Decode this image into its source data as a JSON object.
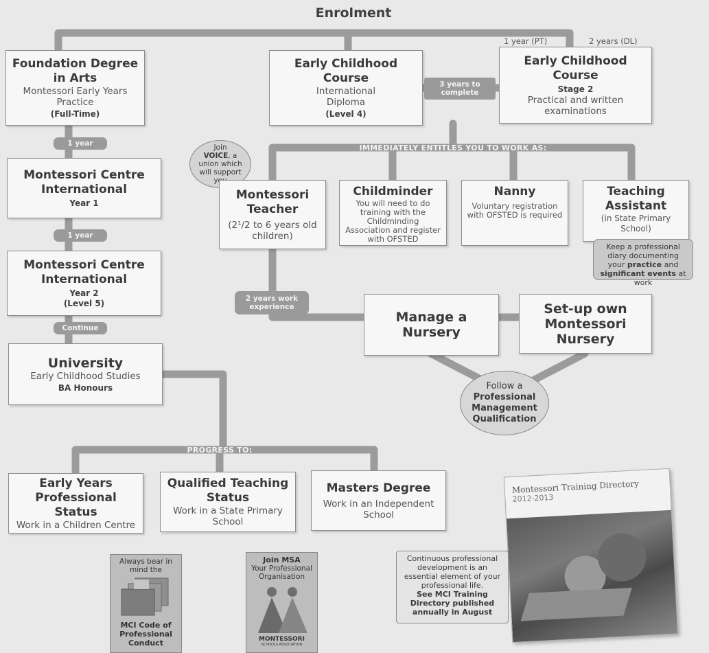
{
  "header": {
    "title": "Enrolment"
  },
  "durations": {
    "part_time": "1 year (PT)",
    "distance": "2 years (DL)"
  },
  "foundation": {
    "title": "Foundation Degree in Arts",
    "subtitle": "Montessori Early Years Practice",
    "mode": "(Full-Time)"
  },
  "early_course": {
    "title": "Early Childhood Course",
    "line1": "International",
    "line2": "Diploma",
    "level": "(Level 4)"
  },
  "three_years": {
    "line1": "3 years to",
    "line2": "complete"
  },
  "stage2": {
    "title": "Early Childhood Course",
    "stage": "Stage 2",
    "desc": "Practical and written examinations"
  },
  "pills": {
    "p1": "1 year",
    "p2": "1 year",
    "continue": "Continue",
    "work_exp_1": "2 years work",
    "work_exp_2": "experience"
  },
  "mci_year1": {
    "title": "Montessori Centre International",
    "year": "Year 1"
  },
  "mci_year2": {
    "title": "Montessori Centre International",
    "year": "Year 2",
    "level": "(Level 5)"
  },
  "voice": {
    "line1": "Join",
    "line2": "VOICE",
    "line3": ", a",
    "line4": "union which",
    "line5": "will support",
    "line6": "you"
  },
  "entitles": {
    "label": "IMMEDIATELY ENTITLES YOU TO WORK AS:"
  },
  "teacher": {
    "title": "Montessori Teacher",
    "desc": "(2¹/2 to 6 years old children)"
  },
  "childminder": {
    "title": "Childminder",
    "desc": "You will need to do training with the Childminding Association and register with OFSTED"
  },
  "nanny": {
    "title": "Nanny",
    "desc": "Voluntary registration with OFSTED is required"
  },
  "assistant": {
    "title": "Teaching Assistant",
    "desc": "(in State Primary School)"
  },
  "diary": {
    "t1": "Keep a professional diary documenting your ",
    "b1": "practice",
    "t2": " and ",
    "b2": "significant events",
    "t3": " at work"
  },
  "manage": {
    "title": "Manage a Nursery"
  },
  "setup": {
    "title": "Set-up own Montessori Nursery"
  },
  "follow": {
    "line1": "Follow a",
    "bold": "Professional Management Qualification"
  },
  "university": {
    "title": "University",
    "subtitle": "Early Childhood Studies",
    "degree": "BA Honours"
  },
  "progress": {
    "label": "PROGRESS TO:"
  },
  "eyps": {
    "title": "Early Years Professional Status",
    "desc": "Work in a Children Centre"
  },
  "qts": {
    "title": "Qualified Teaching Status",
    "desc": "Work in a State Primary School"
  },
  "masters": {
    "title": "Masters Degree",
    "desc": "Work in an Independent School"
  },
  "code_card": {
    "top": "Always bear in mind the",
    "bottom": "MCI Code of Professional Conduct"
  },
  "msa_card": {
    "title": "Join MSA",
    "subtitle": "Your Professional Organisation",
    "logo": "MONTESSORI",
    "logo_sub": "SCHOOLS ASSOCIATION"
  },
  "directory": {
    "title": "Montessori Training Directory",
    "years": "2012-2013"
  },
  "cpd": {
    "text": "Continuous professional development is an essential element of your professional life.",
    "bold": "See MCI Training Directory published annually in August"
  },
  "colors": {
    "connector": "#9a9a9a",
    "box_bg": "#f7f7f7",
    "background": "#e9e9e9"
  }
}
